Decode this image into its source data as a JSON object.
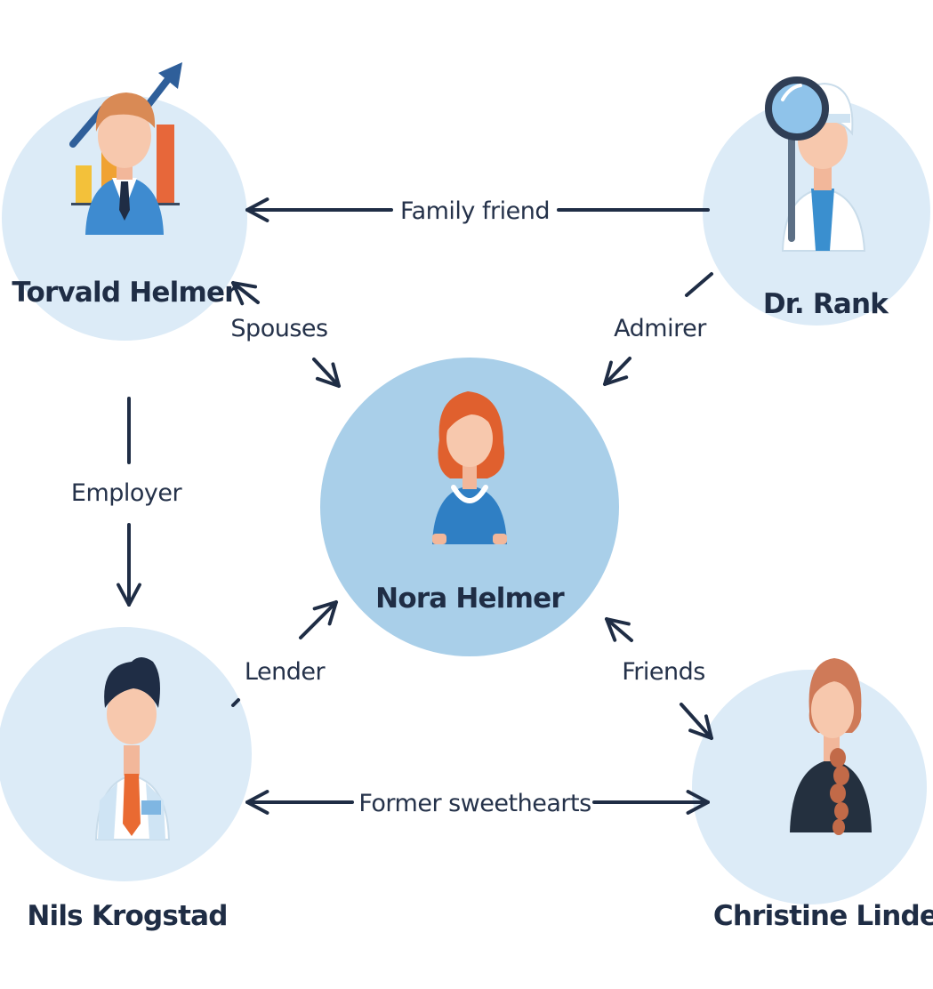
{
  "colors": {
    "node_fill": "#dcebf7",
    "center_fill": "#a9cfe9",
    "line": "#1f2d45",
    "text": "#1f2d45"
  },
  "nodes": {
    "torvald": {
      "name": "Torvald Helmer",
      "icon": "businessman-growth-chart-icon"
    },
    "rank": {
      "name": "Dr. Rank",
      "icon": "doctor-magnifier-icon"
    },
    "nora": {
      "name": "Nora Helmer",
      "icon": "woman-red-hair-icon"
    },
    "krogstad": {
      "name": "Nils Krogstad",
      "icon": "man-office-tie-icon"
    },
    "christine": {
      "name": "Christine Linde",
      "icon": "woman-braid-icon"
    }
  },
  "edges": {
    "family_friend": "Family friend",
    "spouses": "Spouses",
    "admirer": "Admirer",
    "employer": "Employer",
    "lender": "Lender",
    "friends": "Friends",
    "former_sweethearts": "Former sweethearts"
  }
}
